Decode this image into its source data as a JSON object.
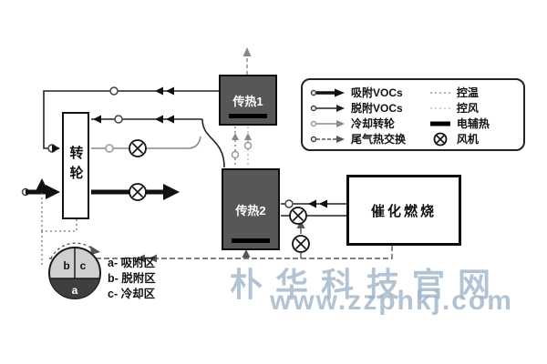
{
  "wheel": {
    "label": "转轮"
  },
  "heat1": {
    "label": "传热1"
  },
  "heat2": {
    "label": "传热2"
  },
  "combustion": {
    "label": "催化燃烧"
  },
  "rotor": {
    "a": "a",
    "b": "b",
    "c": "c"
  },
  "zones": {
    "a": "a- 吸附区",
    "b": "b- 脱附区",
    "c": "c- 冷却区"
  },
  "legend": {
    "adsorb": "吸附VOCs",
    "desorb": "脱附VOCs",
    "cool": "冷却转轮",
    "exhaust": "尾气热交换",
    "temp": "控温",
    "air": "控风",
    "heater": "电辅热",
    "fan": "风机"
  },
  "watermark": {
    "line1": "朴华科技官网",
    "line2": "www.zzphkj.com"
  },
  "colors": {
    "heat_box_fill": "#575757",
    "line": "#111111",
    "watermark": "#9db4c8"
  }
}
